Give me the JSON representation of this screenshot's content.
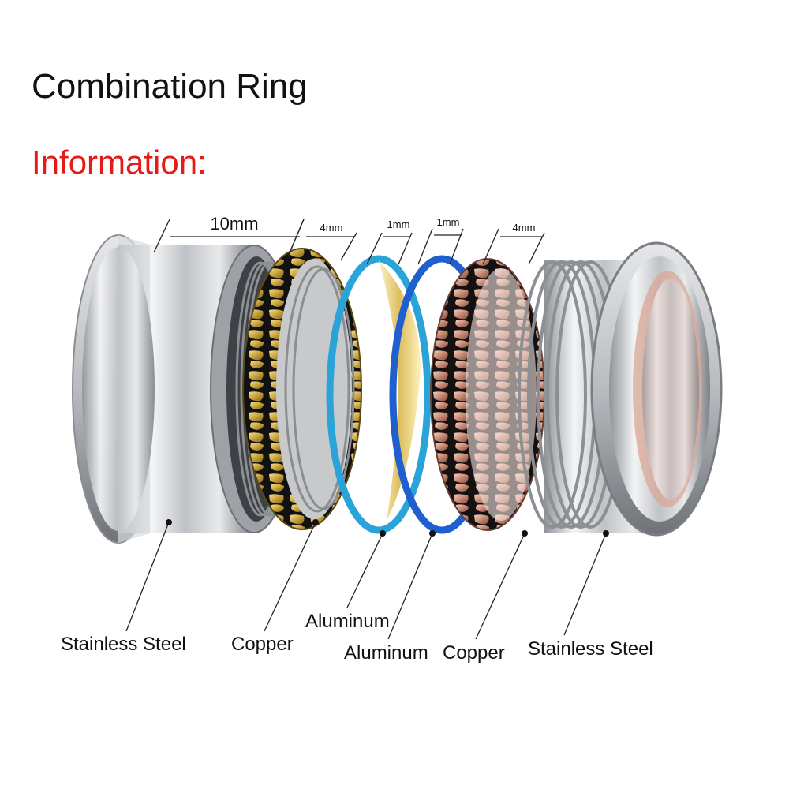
{
  "header": {
    "title": "Combination Ring",
    "subtitle": "Information:",
    "subtitle_color": "#e41b17"
  },
  "dimensions": {
    "d1": "10mm",
    "d2": "4mm",
    "d3": "1mm",
    "d4": "1mm",
    "d5": "4mm"
  },
  "parts": {
    "p1": "Stainless Steel",
    "p2": "Copper",
    "p3": "Aluminum",
    "p4": "Aluminum",
    "p5": "Copper",
    "p6": "Stainless Steel"
  },
  "colors": {
    "steel": "#c9cbce",
    "gold": "#d9b847",
    "sky_blue": "#2aa3d8",
    "royal_blue": "#1f5fcf",
    "rose_gold": "#d9a08b"
  }
}
